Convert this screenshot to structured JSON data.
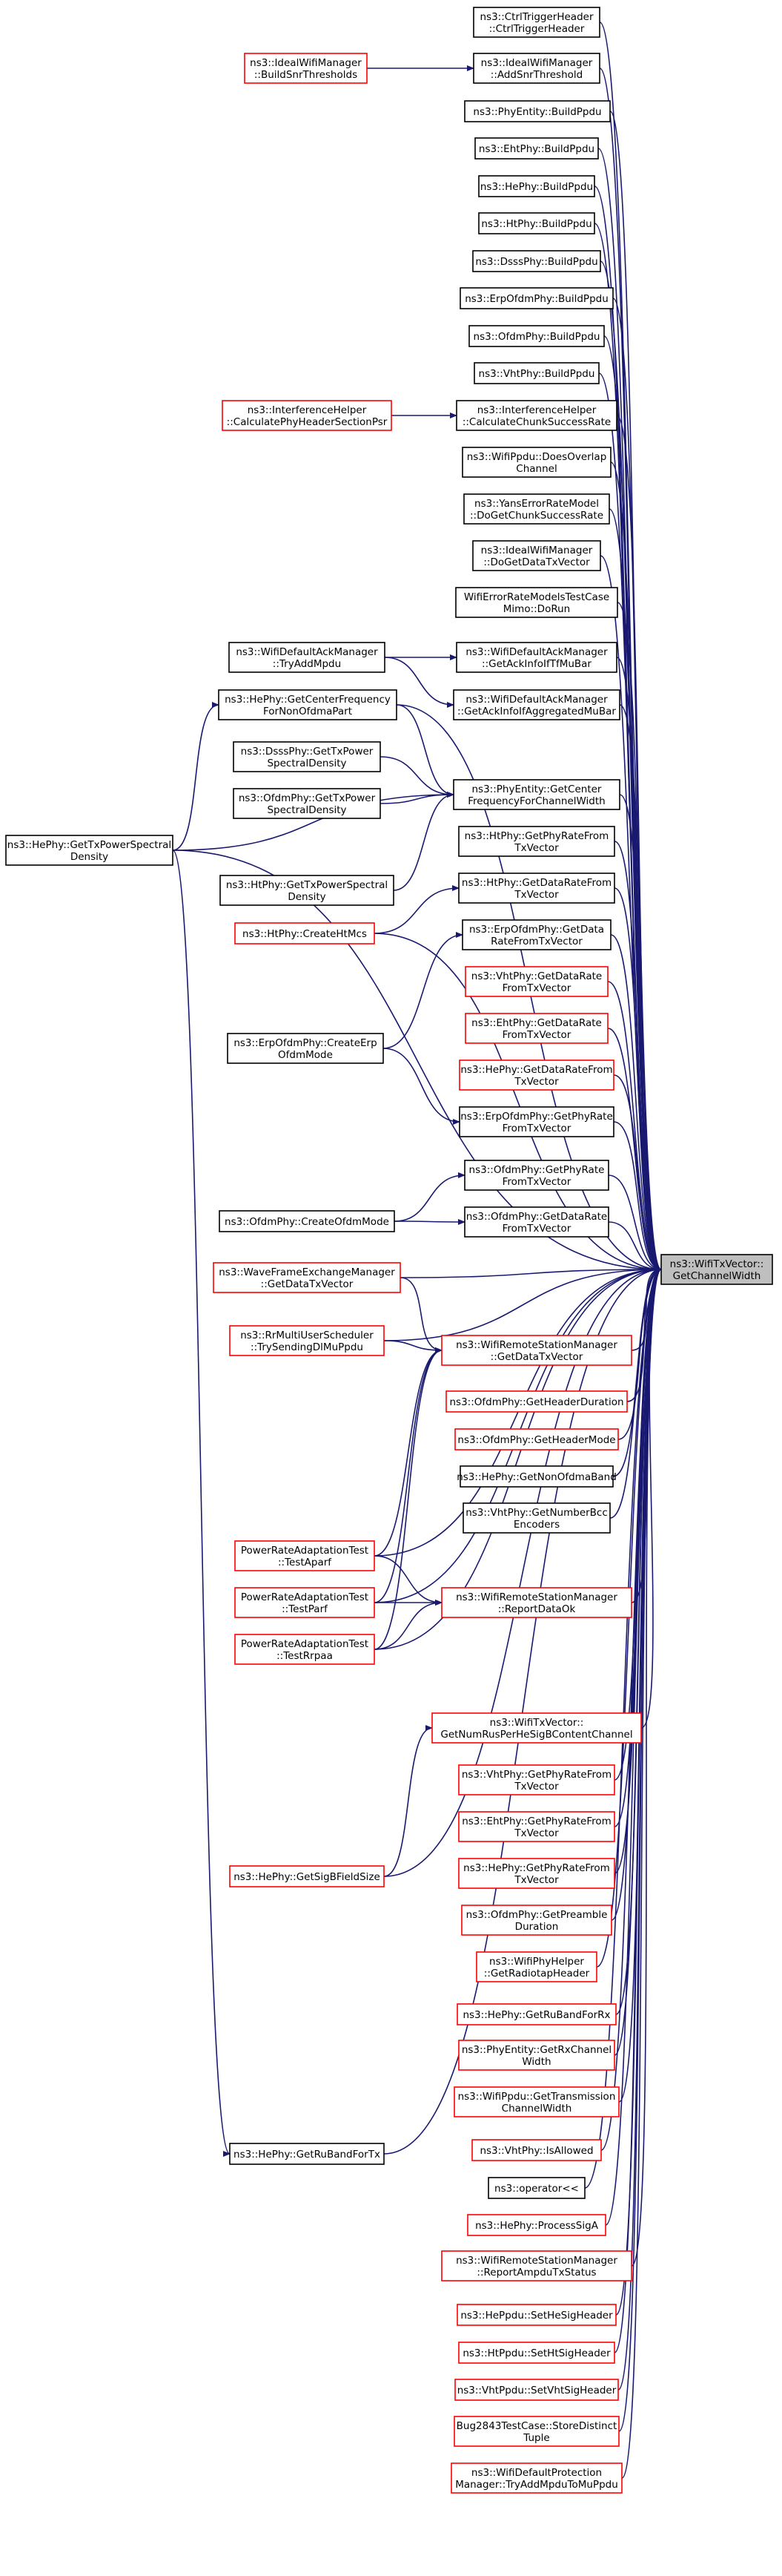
{
  "diagram": {
    "title": "",
    "colors": {
      "edge": "#191970",
      "border_normal": "#000000",
      "border_undocumented": "#ff0000",
      "target_fill": "#bfbfbf",
      "node_fill": "#ffffff"
    },
    "target": {
      "id": "target",
      "lines": [
        "ns3::WifiTxVector::",
        "GetChannelWidth"
      ]
    },
    "nodes": [
      {
        "id": "ctrltrigger",
        "lines": [
          "ns3::CtrlTriggerHeader",
          "::CtrlTriggerHeader"
        ],
        "border": "black"
      },
      {
        "id": "buildsnr",
        "lines": [
          "ns3::IdealWifiManager",
          "::BuildSnrThresholds"
        ],
        "border": "red"
      },
      {
        "id": "addsnr",
        "lines": [
          "ns3::IdealWifiManager",
          "::AddSnrThreshold"
        ],
        "border": "black"
      },
      {
        "id": "phyentity_buildppdu",
        "lines": [
          "ns3::PhyEntity::BuildPpdu"
        ],
        "border": "black"
      },
      {
        "id": "ehtphy_buildppdu",
        "lines": [
          "ns3::EhtPhy::BuildPpdu"
        ],
        "border": "black"
      },
      {
        "id": "hephy_buildppdu",
        "lines": [
          "ns3::HePhy::BuildPpdu"
        ],
        "border": "black"
      },
      {
        "id": "htphy_buildppdu",
        "lines": [
          "ns3::HtPhy::BuildPpdu"
        ],
        "border": "black"
      },
      {
        "id": "dsssphy_buildppdu",
        "lines": [
          "ns3::DsssPhy::BuildPpdu"
        ],
        "border": "black"
      },
      {
        "id": "erpofdmphy_buildppdu",
        "lines": [
          "ns3::ErpOfdmPhy::BuildPpdu"
        ],
        "border": "black"
      },
      {
        "id": "ofdmphy_buildppdu",
        "lines": [
          "ns3::OfdmPhy::BuildPpdu"
        ],
        "border": "black"
      },
      {
        "id": "vhtphy_buildppdu",
        "lines": [
          "ns3::VhtPhy::BuildPpdu"
        ],
        "border": "black"
      },
      {
        "id": "calcphyheader",
        "lines": [
          "ns3::InterferenceHelper",
          "::CalculatePhyHeaderSectionPsr"
        ],
        "border": "red"
      },
      {
        "id": "calcchunk",
        "lines": [
          "ns3::InterferenceHelper",
          "::CalculateChunkSuccessRate"
        ],
        "border": "black"
      },
      {
        "id": "doesoverlap",
        "lines": [
          "ns3::WifiPpdu::DoesOverlap",
          "Channel"
        ],
        "border": "black"
      },
      {
        "id": "dogetchunk",
        "lines": [
          "ns3::YansErrorRateModel",
          "::DoGetChunkSuccessRate"
        ],
        "border": "black"
      },
      {
        "id": "dogetdata",
        "lines": [
          "ns3::IdealWifiManager",
          "::DoGetDataTxVector"
        ],
        "border": "black"
      },
      {
        "id": "dorun",
        "lines": [
          "WifiErrorRateModelsTestCase",
          "Mimo::DoRun"
        ],
        "border": "black"
      },
      {
        "id": "tryaddmpdu",
        "lines": [
          "ns3::WifiDefaultAckManager",
          "::TryAddMpdu"
        ],
        "border": "black"
      },
      {
        "id": "getackinfotf",
        "lines": [
          "ns3::WifiDefaultAckManager",
          "::GetAckInfoIfTfMuBar"
        ],
        "border": "black"
      },
      {
        "id": "getcenterfreqnon",
        "lines": [
          "ns3::HePhy::GetCenterFrequency",
          "ForNonOfdmaPart"
        ],
        "border": "black"
      },
      {
        "id": "getackinfoagg",
        "lines": [
          "ns3::WifiDefaultAckManager",
          "::GetAckInfoIfAggregatedMuBar"
        ],
        "border": "black"
      },
      {
        "id": "dsss_getpsd",
        "lines": [
          "ns3::DsssPhy::GetTxPower",
          "SpectralDensity"
        ],
        "border": "black"
      },
      {
        "id": "getcenterfreq",
        "lines": [
          "ns3::PhyEntity::GetCenter",
          "FrequencyForChannelWidth"
        ],
        "border": "black"
      },
      {
        "id": "ofdm_getpsd",
        "lines": [
          "ns3::OfdmPhy::GetTxPower",
          "SpectralDensity"
        ],
        "border": "black"
      },
      {
        "id": "he_getpsd",
        "lines": [
          "ns3::HePhy::GetTxPowerSpectral",
          "Density"
        ],
        "border": "black"
      },
      {
        "id": "htphy_getphyrate",
        "lines": [
          "ns3::HtPhy::GetPhyRateFrom",
          "TxVector"
        ],
        "border": "black"
      },
      {
        "id": "ht_getpsd",
        "lines": [
          "ns3::HtPhy::GetTxPowerSpectral",
          "Density"
        ],
        "border": "black"
      },
      {
        "id": "htphy_getdatarate",
        "lines": [
          "ns3::HtPhy::GetDataRateFrom",
          "TxVector"
        ],
        "border": "black"
      },
      {
        "id": "createhtmcs",
        "lines": [
          "ns3::HtPhy::CreateHtMcs"
        ],
        "border": "red"
      },
      {
        "id": "erp_getdatarate",
        "lines": [
          "ns3::ErpOfdmPhy::GetData",
          "RateFromTxVector"
        ],
        "border": "black"
      },
      {
        "id": "vht_getdatarate",
        "lines": [
          "ns3::VhtPhy::GetDataRate",
          "FromTxVector"
        ],
        "border": "red"
      },
      {
        "id": "createerp",
        "lines": [
          "ns3::ErpOfdmPhy::CreateErp",
          "OfdmMode"
        ],
        "border": "black"
      },
      {
        "id": "eht_getdatarate",
        "lines": [
          "ns3::EhtPhy::GetDataRate",
          "FromTxVector"
        ],
        "border": "red"
      },
      {
        "id": "he_getdatarate",
        "lines": [
          "ns3::HePhy::GetDataRateFrom",
          "TxVector"
        ],
        "border": "red"
      },
      {
        "id": "erp_getphyrate",
        "lines": [
          "ns3::ErpOfdmPhy::GetPhyRate",
          "FromTxVector"
        ],
        "border": "black"
      },
      {
        "id": "ofdm_getphyrate",
        "lines": [
          "ns3::OfdmPhy::GetPhyRate",
          "FromTxVector"
        ],
        "border": "black"
      },
      {
        "id": "createofdm",
        "lines": [
          "ns3::OfdmPhy::CreateOfdmMode"
        ],
        "border": "black"
      },
      {
        "id": "ofdm_getdatarate",
        "lines": [
          "ns3::OfdmPhy::GetDataRate",
          "FromTxVector"
        ],
        "border": "black"
      },
      {
        "id": "wavegetdata",
        "lines": [
          "ns3::WaveFrameExchangeManager",
          "::GetDataTxVector"
        ],
        "border": "red"
      },
      {
        "id": "rrmulti",
        "lines": [
          "ns3::RrMultiUserScheduler",
          "::TrySendingDlMuPpdu"
        ],
        "border": "red"
      },
      {
        "id": "wrsm_getdata",
        "lines": [
          "ns3::WifiRemoteStationManager",
          "::GetDataTxVector"
        ],
        "border": "red"
      },
      {
        "id": "getheaderduration",
        "lines": [
          "ns3::OfdmPhy::GetHeaderDuration"
        ],
        "border": "red"
      },
      {
        "id": "getheadermode",
        "lines": [
          "ns3::OfdmPhy::GetHeaderMode"
        ],
        "border": "red"
      },
      {
        "id": "getnonofdma",
        "lines": [
          "ns3::HePhy::GetNonOfdmaBand"
        ],
        "border": "black"
      },
      {
        "id": "getnumberbcc",
        "lines": [
          "ns3::VhtPhy::GetNumberBcc",
          "Encoders"
        ],
        "border": "black"
      },
      {
        "id": "testaparf",
        "lines": [
          "PowerRateAdaptationTest",
          "::TestAparf"
        ],
        "border": "red"
      },
      {
        "id": "testparf",
        "lines": [
          "PowerRateAdaptationTest",
          "::TestParf"
        ],
        "border": "red"
      },
      {
        "id": "reportdataok",
        "lines": [
          "ns3::WifiRemoteStationManager",
          "::ReportDataOk"
        ],
        "border": "red"
      },
      {
        "id": "testrrpaa",
        "lines": [
          "PowerRateAdaptationTest",
          "::TestRrpaa"
        ],
        "border": "red"
      },
      {
        "id": "getnumrus",
        "lines": [
          "ns3::WifiTxVector::",
          "GetNumRusPerHeSigBContentChannel"
        ],
        "border": "red"
      },
      {
        "id": "vht_getphyrate",
        "lines": [
          "ns3::VhtPhy::GetPhyRateFrom",
          "TxVector"
        ],
        "border": "red"
      },
      {
        "id": "eht_getphyrate",
        "lines": [
          "ns3::EhtPhy::GetPhyRateFrom",
          "TxVector"
        ],
        "border": "red"
      },
      {
        "id": "getsigb",
        "lines": [
          "ns3::HePhy::GetSigBFieldSize"
        ],
        "border": "red"
      },
      {
        "id": "he_getphyrate",
        "lines": [
          "ns3::HePhy::GetPhyRateFrom",
          "TxVector"
        ],
        "border": "red"
      },
      {
        "id": "getpreamble",
        "lines": [
          "ns3::OfdmPhy::GetPreamble",
          "Duration"
        ],
        "border": "red"
      },
      {
        "id": "getradiotap",
        "lines": [
          "ns3::WifiPhyHelper",
          "::GetRadiotapHeader"
        ],
        "border": "red"
      },
      {
        "id": "getrubandrx",
        "lines": [
          "ns3::HePhy::GetRuBandForRx"
        ],
        "border": "red"
      },
      {
        "id": "getrxchannel",
        "lines": [
          "ns3::PhyEntity::GetRxChannel",
          "Width"
        ],
        "border": "red"
      },
      {
        "id": "gettransmission",
        "lines": [
          "ns3::WifiPpdu::GetTransmission",
          "ChannelWidth"
        ],
        "border": "red"
      },
      {
        "id": "isallowed",
        "lines": [
          "ns3::VhtPhy::IsAllowed"
        ],
        "border": "red"
      },
      {
        "id": "getrubandtx",
        "lines": [
          "ns3::HePhy::GetRuBandForTx"
        ],
        "border": "black"
      },
      {
        "id": "operator",
        "lines": [
          "ns3::operator<<"
        ],
        "border": "black"
      },
      {
        "id": "processsiga",
        "lines": [
          "ns3::HePhy::ProcessSigA"
        ],
        "border": "red"
      },
      {
        "id": "reportampdu",
        "lines": [
          "ns3::WifiRemoteStationManager",
          "::ReportAmpduTxStatus"
        ],
        "border": "red"
      },
      {
        "id": "setheheader",
        "lines": [
          "ns3::HePpdu::SetHeSigHeader"
        ],
        "border": "red"
      },
      {
        "id": "seththeader",
        "lines": [
          "ns3::HtPpdu::SetHtSigHeader"
        ],
        "border": "red"
      },
      {
        "id": "setvhtheader",
        "lines": [
          "ns3::VhtPpdu::SetVhtSigHeader"
        ],
        "border": "red"
      },
      {
        "id": "storedistinct",
        "lines": [
          "Bug2843TestCase::StoreDistinct",
          "Tuple"
        ],
        "border": "red"
      },
      {
        "id": "tryaddmputomu",
        "lines": [
          "ns3::WifiDefaultProtection",
          "Manager::TryAddMpduToMuPpdu"
        ],
        "border": "red"
      }
    ]
  }
}
